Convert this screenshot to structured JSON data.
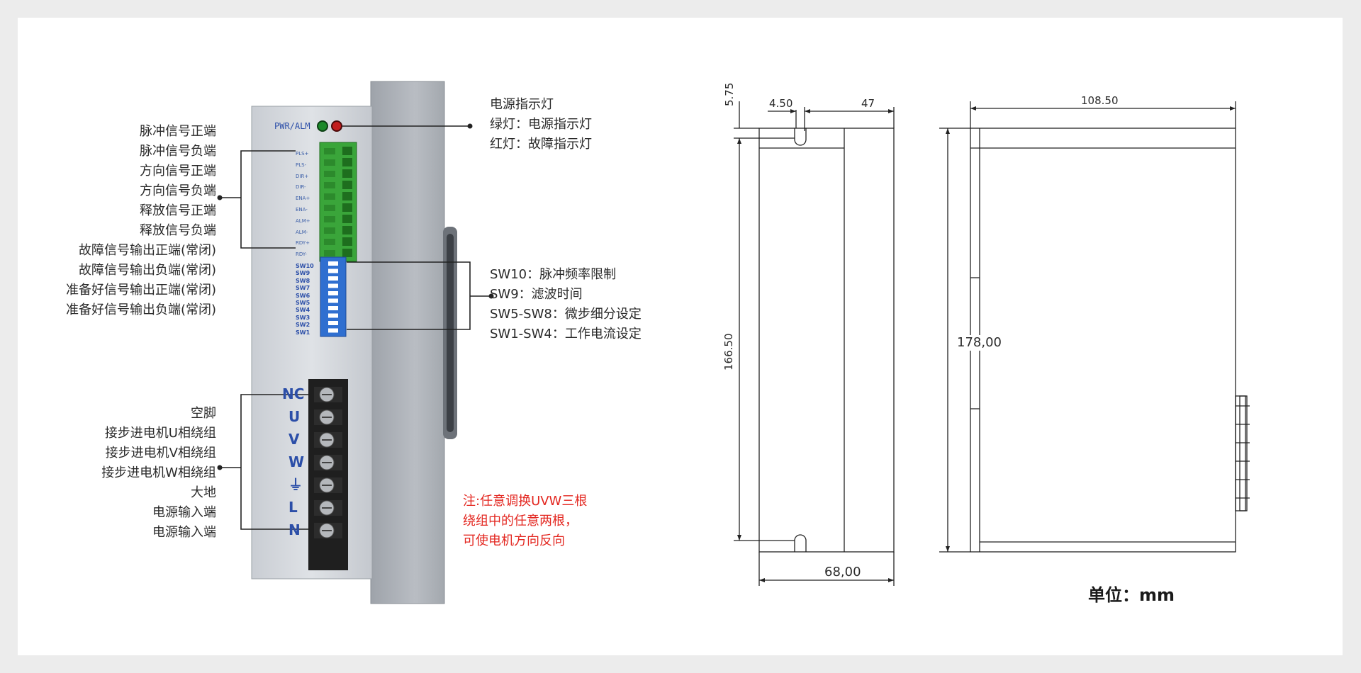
{
  "driver": {
    "panel_label": "PWR/ALM",
    "signal_pins": [
      "PLS+",
      "PLS-",
      "DIR+",
      "DIR-",
      "ENA+",
      "ENA-",
      "ALM+",
      "ALM-",
      "RDY+",
      "RDY-"
    ],
    "dip_labels": [
      "SW10",
      "SW9",
      "SW8",
      "SW7",
      "SW6",
      "SW5",
      "SW4",
      "SW3",
      "SW2",
      "SW1"
    ],
    "power_terminals": [
      "NC",
      "U",
      "V",
      "W",
      "⏚",
      "L",
      "N"
    ]
  },
  "left_labels": {
    "signals": [
      "脉冲信号正端",
      "脉冲信号负端",
      "方向信号正端",
      "方向信号负端",
      "释放信号正端",
      "释放信号负端",
      "故障信号输出正端(常闭)",
      "故障信号输出负端(常闭)",
      "准备好信号输出正端(常闭)",
      "准备好信号输出负端(常闭)"
    ],
    "power": [
      "空脚",
      "接步进电机U相绕组",
      "接步进电机V相绕组",
      "接步进电机W相绕组",
      "大地",
      "电源输入端",
      "电源输入端"
    ]
  },
  "right_labels": {
    "indicator": [
      "电源指示灯",
      "绿灯：电源指示灯",
      "红灯：故障指示灯"
    ],
    "dip": [
      "SW10：脉冲频率限制",
      "SW9：滤波时间",
      "SW5-SW8：微步细分设定",
      "SW1-SW4：工作电流设定"
    ],
    "note": [
      "注:任意调换UVW三根",
      "绕组中的任意两根，",
      "可使电机方向反向"
    ]
  },
  "dimensions": {
    "top_small": "5.75",
    "top_a": "4.50",
    "top_b": "47",
    "height_a": "166.50",
    "width_a": "68,00",
    "width_b": "108.50",
    "height_b": "178,00",
    "unit": "单位：mm"
  },
  "colors": {
    "terminal_green": "#3aa53a",
    "dip_blue": "#2f6fd0",
    "note_red": "#e3261f",
    "led_green": "#1c8a2a",
    "led_red": "#c21d1d"
  }
}
